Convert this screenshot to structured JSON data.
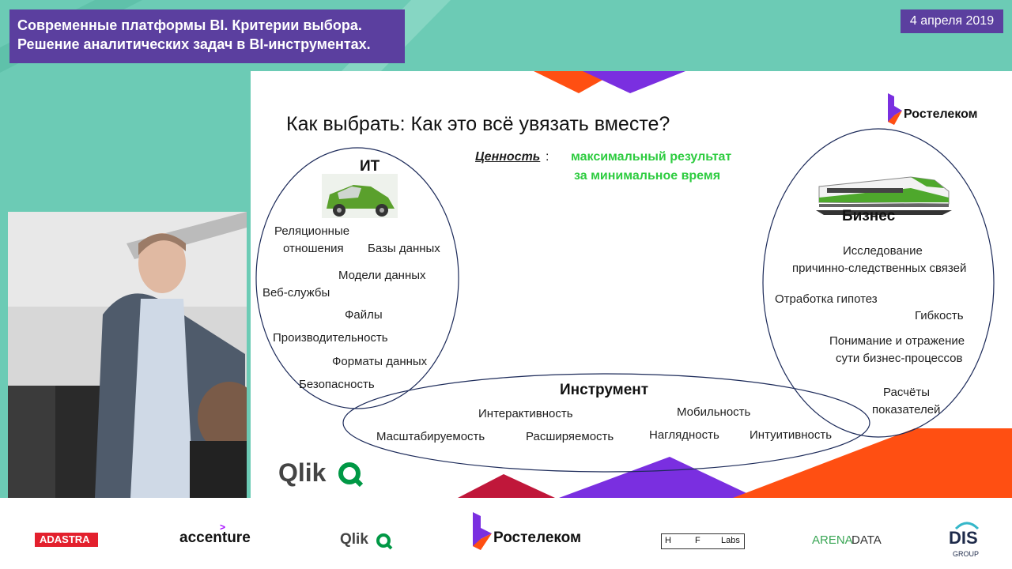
{
  "header": {
    "title_line1": "Современные платформы BI. Критерии выбора.",
    "title_line2": "Решение аналитических задач в BI-инструментах.",
    "date": "4 апреля 2019"
  },
  "slide": {
    "heading": "Как выбрать: Как это всё увязать вместе?",
    "value_label": "Ценность",
    "value_colon": ":",
    "value_text_line1": "максимальный результат",
    "value_text_line2": "за минимальное время",
    "brand_logo": "Ростелеком",
    "qlik_logo": "Qlik",
    "it": {
      "title": "ИТ",
      "items": [
        "Реляционные",
        "отношения",
        "Базы данных",
        "Модели данных",
        "Веб-службы",
        "Файлы",
        "Производительность",
        "Форматы данных",
        "Безопасность"
      ]
    },
    "business": {
      "title": "Бизнес",
      "items": [
        "Исследование",
        "причинно-следственных связей",
        "Отработка гипотез",
        "Гибкость",
        "Понимание и отражение",
        "сути  бизнес-процессов",
        "Расчёты",
        "показателей"
      ]
    },
    "tool": {
      "title": "Инструмент",
      "items": [
        "Интерактивность",
        "Мобильность",
        "Масштабируемость",
        "Расширяемость",
        "Наглядность",
        "Интуитивность"
      ]
    },
    "colors": {
      "value_green": "#2ecc40",
      "accent_purple": "#7a2fe0",
      "accent_orange": "#ff4f12"
    }
  },
  "sponsors": [
    "ADASTRA",
    "accenture",
    "Qlik",
    "Ростелеком",
    "H",
    "F",
    "Labs",
    "ARENA",
    "DATA",
    "DIS",
    "GROUP"
  ]
}
